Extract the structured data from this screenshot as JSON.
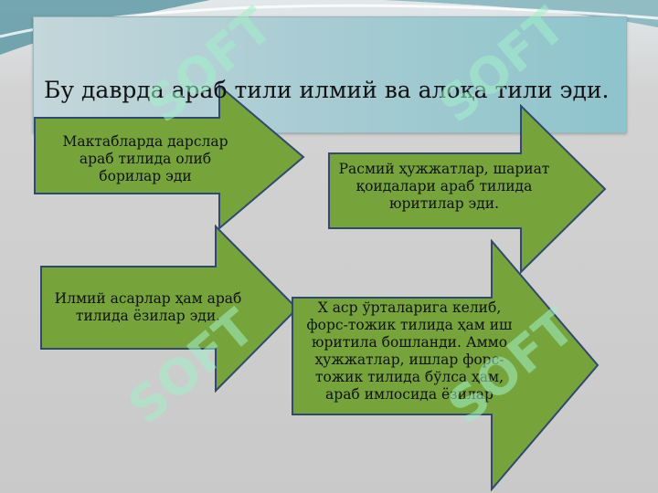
{
  "title": "Бу даврда араб тили илмий ва алоқа тили эди.",
  "arrows": [
    {
      "text": "Мактабларда дарслар араб тилида олиб борилар эди"
    },
    {
      "text": "Расмий ҳужжатлар, шариат қоидалари араб тилида юритилар эди."
    },
    {
      "text": "Илмий асарлар ҳам араб тилида ёзилар эди."
    },
    {
      "text": "X аср ўрталарига келиб, форс-тожик тилида ҳам иш юритила бошланди. Аммо ҳужжатлар, ишлар форс-тожик тилида бўлса ҳам, араб имлосида ёзилар"
    }
  ],
  "watermark": "SOFT",
  "colors": {
    "arrow_fill": "#76a43b",
    "arrow_stroke": "#2f4a6e",
    "title_bg": "#a9ccd3"
  }
}
